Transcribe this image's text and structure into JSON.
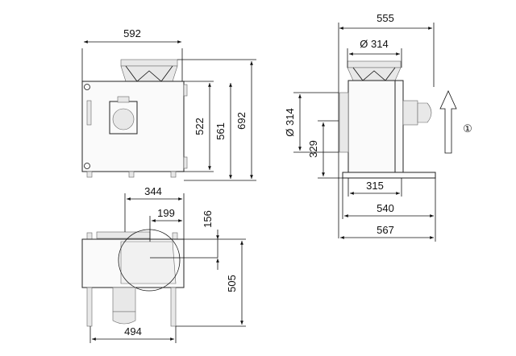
{
  "front_view": {
    "width": "592",
    "height_body": "522",
    "height_with_feet": "561",
    "height_total": "692"
  },
  "side_view": {
    "width_total": "555",
    "outlet_diameter": "Ø 314",
    "inlet_diameter": "Ø 314",
    "inlet_height": "329",
    "base_inner": "315",
    "base_540": "540",
    "base_567": "567",
    "flow_marker": "①"
  },
  "bottom_view": {
    "offset_344": "344",
    "offset_199": "199",
    "offset_156": "156",
    "depth": "505",
    "leg_spacing": "494"
  }
}
